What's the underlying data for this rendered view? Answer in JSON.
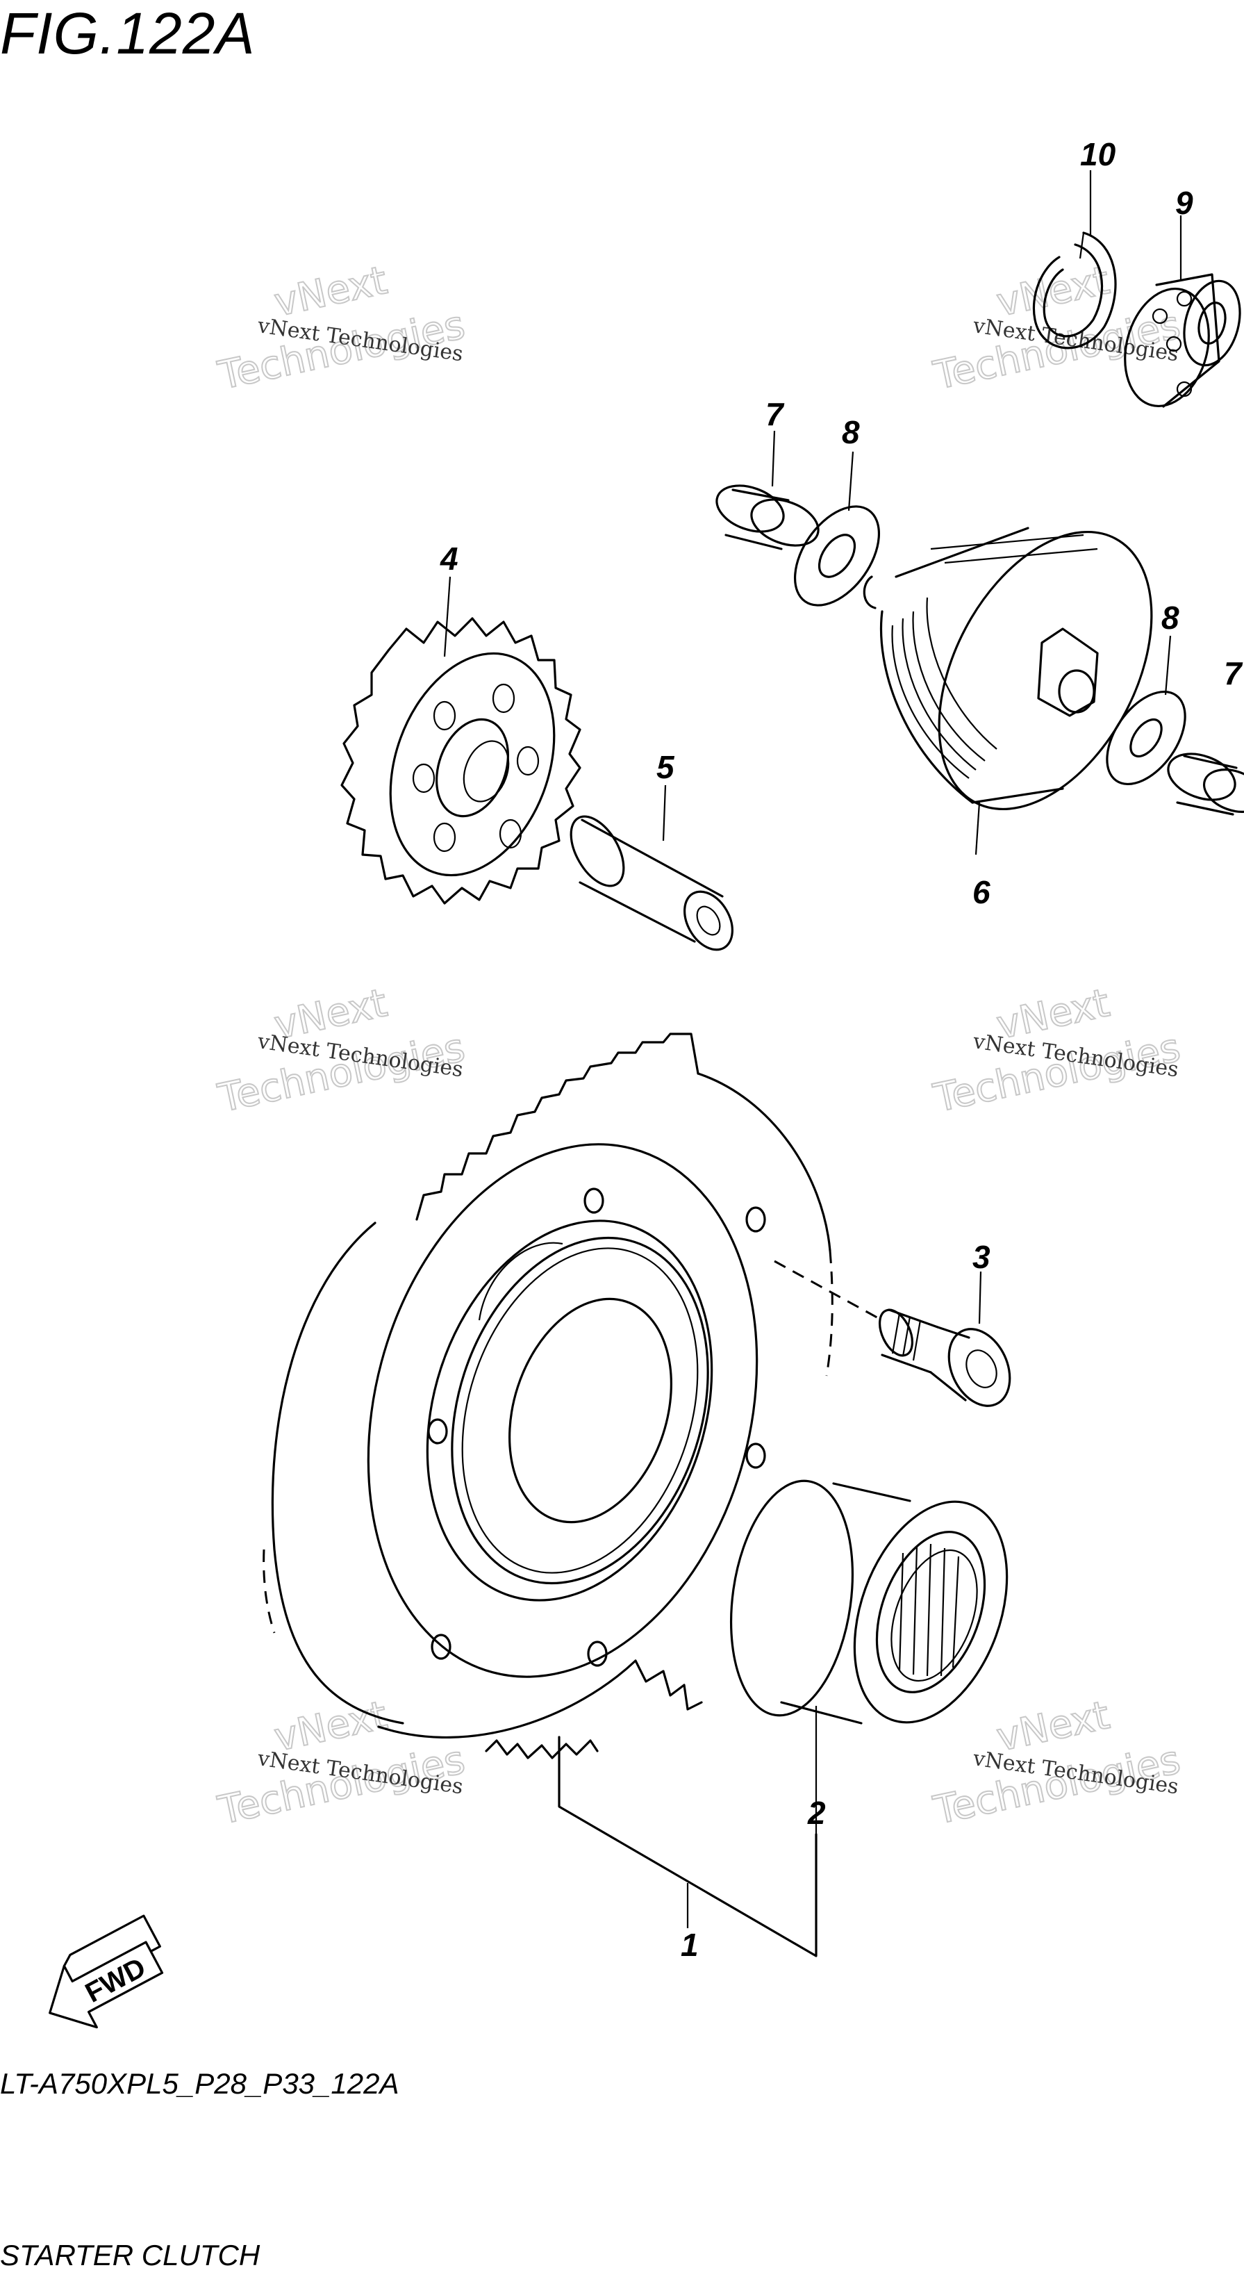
{
  "figure": {
    "title": "FIG.122A",
    "model_code": "LT-A750XPL5_P28_P33_122A",
    "section_name": "STARTER CLUTCH"
  },
  "callouts": [
    "1",
    "2",
    "3",
    "4",
    "5",
    "6",
    "7",
    "8",
    "8",
    "7",
    "9",
    "10"
  ],
  "watermark": {
    "small": "vNext Technologies",
    "big": "Technologies",
    "big_top": "vNext"
  },
  "direction_badge": "FWD",
  "colors": {
    "line": "#000000",
    "watermark": "#c8c8c8",
    "background": "#ffffff"
  }
}
